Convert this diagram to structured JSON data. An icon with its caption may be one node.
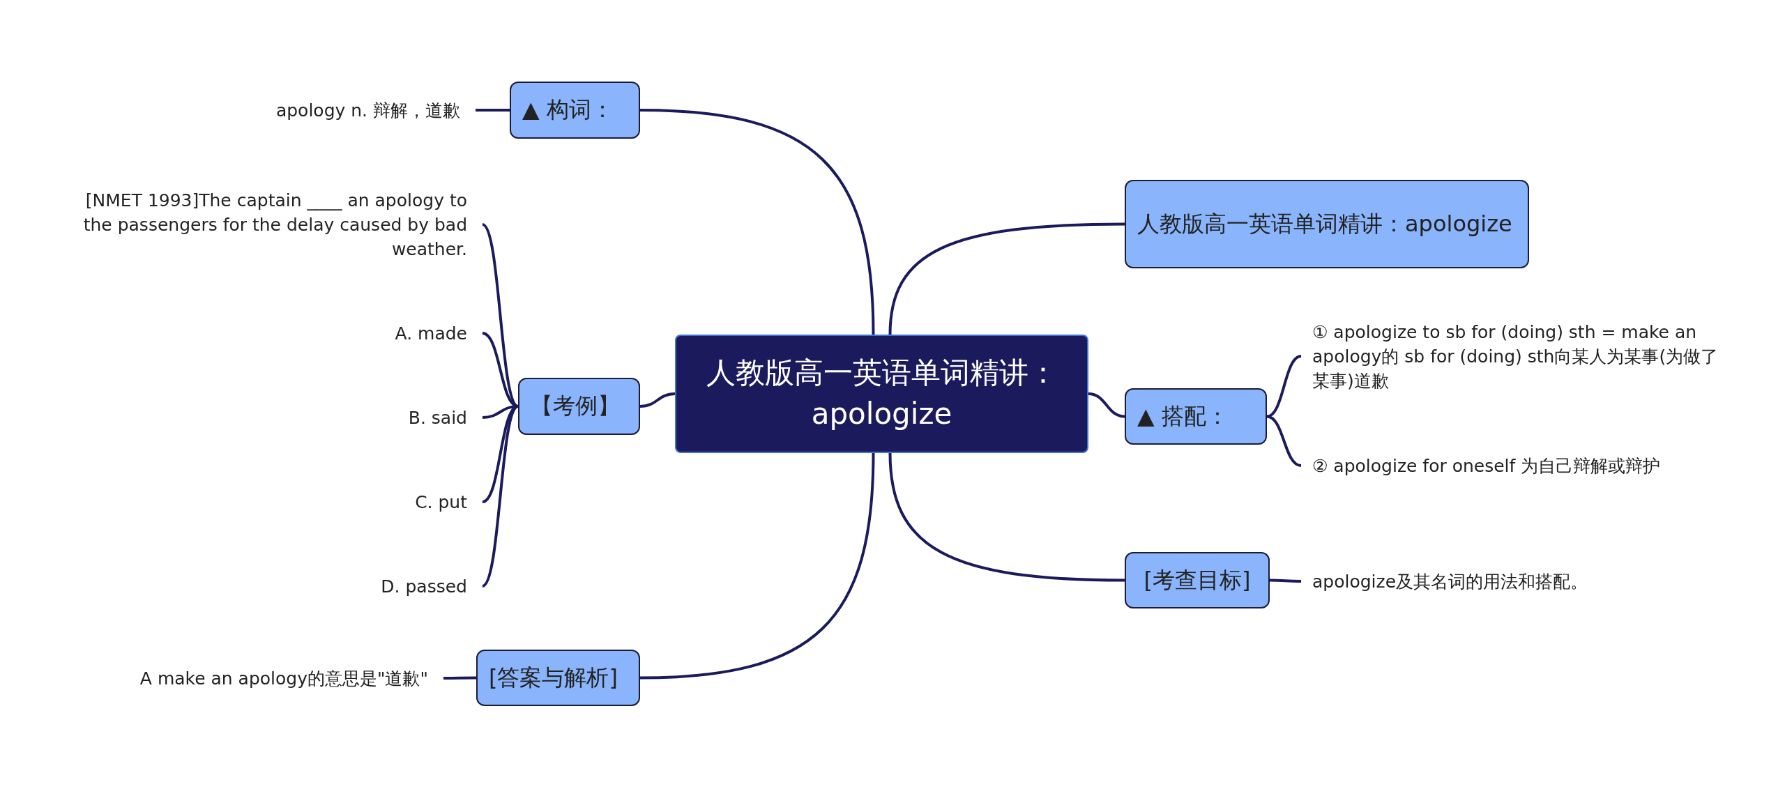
{
  "diagram": {
    "nodes": [
      {
        "text": [
          "人教版高一英语单词精讲：apologize"
        ]
      },
      {
        "text": [
          "▲ 构词："
        ]
      },
      {
        "text": [
          "apology n. 辩解，道歉"
        ]
      },
      {
        "text": [
          "【考例】"
        ]
      },
      {
        "text": [
          "[NMET 1993]The captain ____ an apology to the passengers for the delay caused by bad weather."
        ]
      },
      {
        "text": [
          "A. made"
        ]
      },
      {
        "text": [
          "B. said"
        ]
      },
      {
        "text": [
          "C. put"
        ]
      },
      {
        "text": [
          "D. passed"
        ]
      },
      {
        "text": [
          "[答案与解析]"
        ]
      },
      {
        "text": [
          "A make an apology的意思是\"道歉\""
        ]
      },
      {
        "text": [
          "人教版高一英语单词精讲：apologize"
        ]
      },
      {
        "text": [
          "▲ 搭配："
        ]
      },
      {
        "text": [
          "① apologize to sb for (doing) sth = make an apology的 sb for (doing) sth向某人为某事(为做了某事)道歉"
        ]
      },
      {
        "text": [
          "② apologize for oneself 为自己辩解或辩护"
        ]
      },
      {
        "text": [
          "[考查目标]"
        ]
      },
      {
        "text": [
          "apologize及其名词的用法和搭配。"
        ]
      }
    ],
    "edges": [
      {
        "from": 0,
        "to": 1,
        "arrow": "none"
      },
      {
        "from": 1,
        "to": 2,
        "arrow": "none"
      },
      {
        "from": 0,
        "to": 3,
        "arrow": "none"
      },
      {
        "from": 3,
        "to": 4,
        "arrow": "none"
      },
      {
        "from": 3,
        "to": 5,
        "arrow": "none"
      },
      {
        "from": 3,
        "to": 6,
        "arrow": "none"
      },
      {
        "from": 3,
        "to": 7,
        "arrow": "none"
      },
      {
        "from": 3,
        "to": 8,
        "arrow": "none"
      },
      {
        "from": 0,
        "to": 9,
        "arrow": "none"
      },
      {
        "from": 9,
        "to": 10,
        "arrow": "none"
      },
      {
        "from": 0,
        "to": 11,
        "arrow": "none"
      },
      {
        "from": 0,
        "to": 12,
        "arrow": "none"
      },
      {
        "from": 12,
        "to": 13,
        "arrow": "none"
      },
      {
        "from": 12,
        "to": 14,
        "arrow": "none"
      },
      {
        "from": 0,
        "to": 15,
        "arrow": "none"
      },
      {
        "from": 15,
        "to": 16,
        "arrow": "none"
      }
    ]
  }
}
